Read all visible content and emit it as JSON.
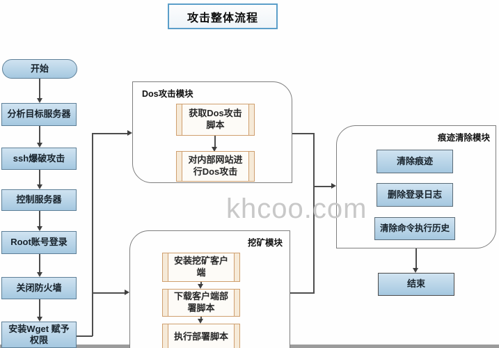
{
  "title": "攻击整体流程",
  "watermark": "khcoo.com",
  "left_flow": {
    "start": "开始",
    "steps": [
      "分析目标服务器",
      "ssh爆破攻击",
      "控制服务器",
      "Root账号登录",
      "关闭防火墙",
      "安装Wget 赋予权限"
    ]
  },
  "dos_module": {
    "label": "Dos攻击模块",
    "steps": [
      "获取Dos攻击脚本",
      "对内部网站进行Dos攻击"
    ]
  },
  "mining_module": {
    "label": "挖矿模块",
    "steps": [
      "安装挖矿客户端",
      "下载客户端部署脚本",
      "执行部署脚本"
    ]
  },
  "trace_module": {
    "label": "痕迹清除模块",
    "steps": [
      "清除痕迹",
      "删除登录日志",
      "清除命令执行历史"
    ]
  },
  "end_label": "结束",
  "colors": {
    "node_fill_top": "#d0e3f1",
    "node_fill_bottom": "#a5c8e0",
    "node_border": "#5d7f97",
    "module_border": "#7d7d7d",
    "process_border": "#cf9f6e",
    "process_side_fill": "#f6ead8",
    "title_border": "#5b9ec9",
    "line": "#4d4d4d",
    "watermark": "#c8c8c8"
  }
}
